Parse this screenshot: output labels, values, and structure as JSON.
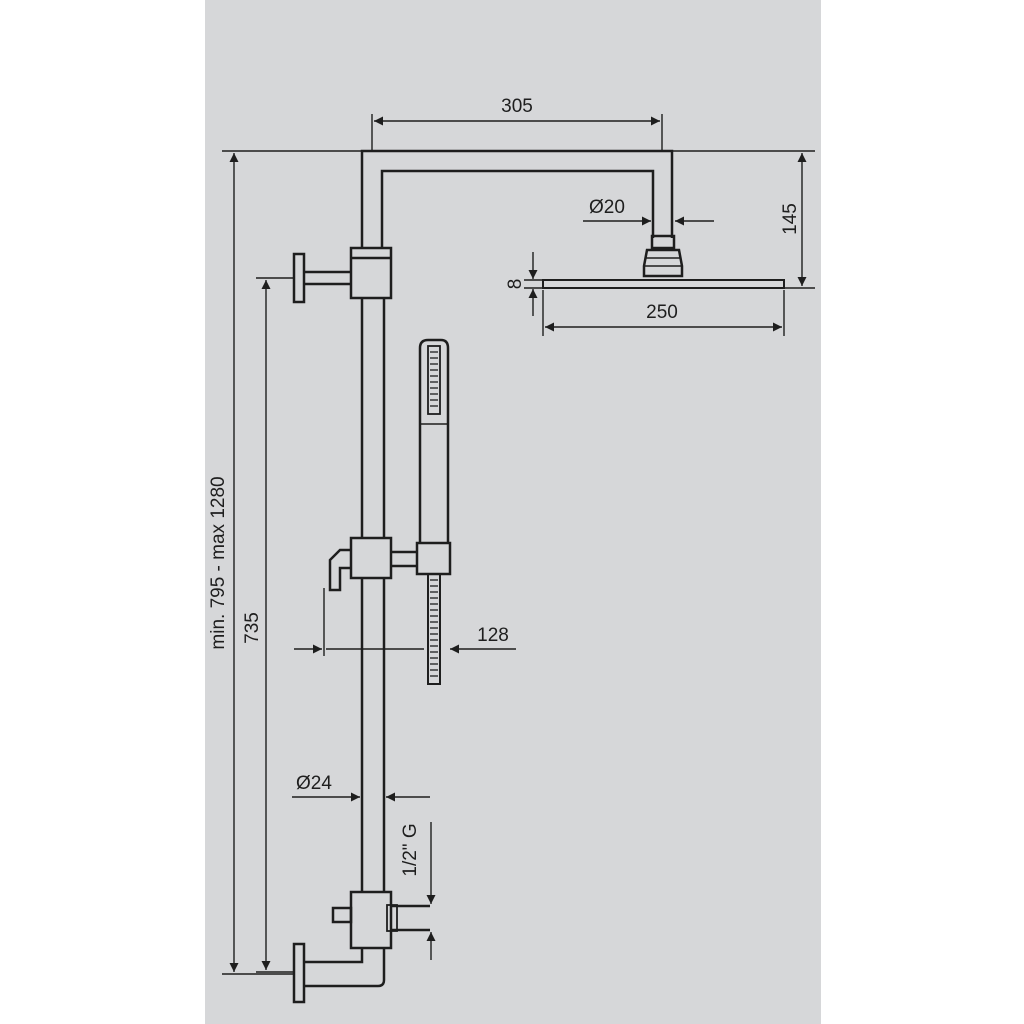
{
  "colors": {
    "page": "#ffffff",
    "panel": "#d6d7d9",
    "ink": "#1e1e1e"
  },
  "dimensions": {
    "arm_length": "305",
    "arm_diameter": "Ø20",
    "head_drop": "145",
    "head_thickness": "8",
    "head_width": "250",
    "total_height": "min. 795 - max 1280",
    "rail_height": "735",
    "hand_offset": "128",
    "rail_diameter": "Ø24",
    "connection": "1/2\" G"
  }
}
